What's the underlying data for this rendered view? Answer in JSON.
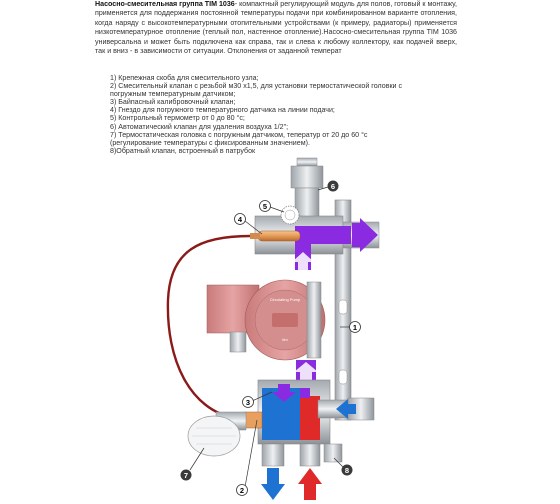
{
  "intro": {
    "title": "Насосно-смесительная группа TIM 1036",
    "body": "- компактный регулирующий модуль для полов, готовый к монтажу, применяется для поддержания постоянной температуры подачи при комбинированном варианте отопления, когда наряду с высокотемпературными отопительными устройствами (к примеру, радиаторы) применяется низкотемпературное отопление (теплый пол, настенное отопление).Насосно-смесительная группа TIM 1036 универсальна и может быть подключена как справа, так и слева к любому коллектору, как подачей вверх, так и вниз - в зависимости от ситуации. Отклонения от заданной температ"
  },
  "legend": [
    "1) Крепежная скоба для смесительного узла;",
    "2) Смесительный клапан с резьбой м30 х1,5, для установки термостатической головки с погружным температурным датчиком;",
    "3) Байпасный калибровочный клапан;",
    "4) Гнездо для погружного температурного датчика на линии подачи;",
    "5) Контрольный термометр от 0 до 80 °с;",
    "6) Автоматический клапан для удаления воздуха 1/2\";",
    "7) Термостатическая головка с погружным датчиком, теператур от 20 до 60 °с (регулирование температуры с фиксированным значением).",
    "8)Обратный клапан, встроенный в патрубок"
  ],
  "callouts": {
    "c1": "1",
    "c2": "2",
    "c3": "3",
    "c4": "4",
    "c5": "5",
    "c6": "6",
    "c7": "7",
    "c8": "8"
  },
  "pump": {
    "label": "Circulating Pump",
    "brand": "tim"
  },
  "colors": {
    "purple": "#8a2be2",
    "blue": "#1e73d2",
    "red": "#e02a2a",
    "pump": "#d88c8c",
    "sensor": "#e8a060",
    "cable": "#8b1a1a",
    "metal": "#c8ccd0"
  }
}
